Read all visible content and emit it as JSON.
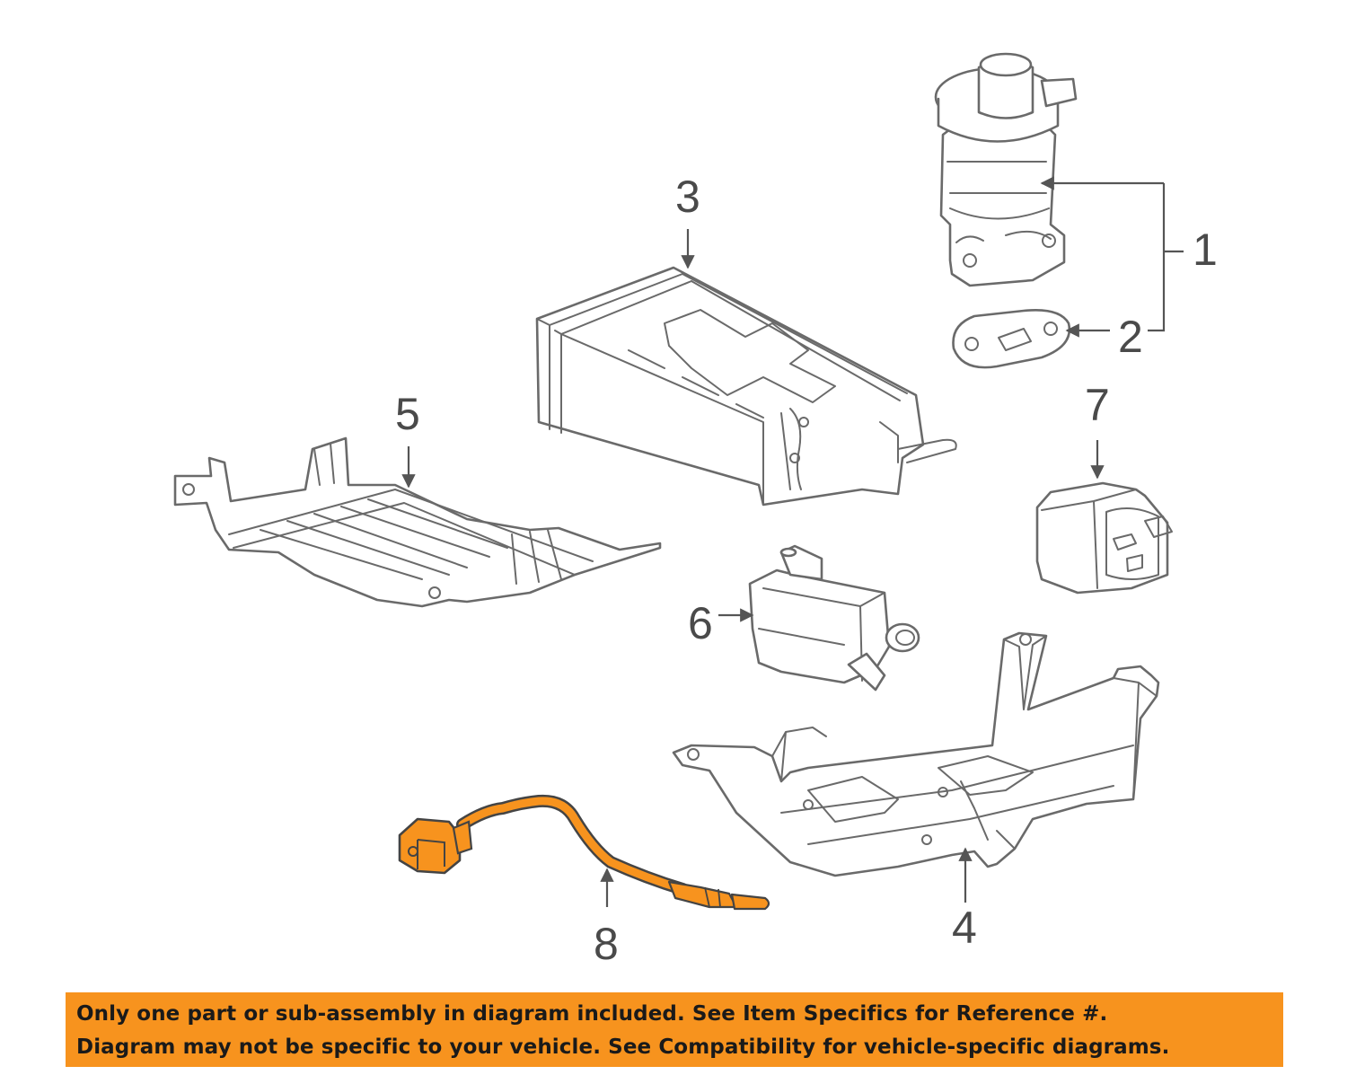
{
  "callouts": {
    "c1": "1",
    "c2": "2",
    "c3": "3",
    "c4": "4",
    "c5": "5",
    "c6": "6",
    "c7": "7",
    "c8": "8"
  },
  "banner": {
    "line1": "Only one part or sub-assembly in diagram included. See Item Specifics for Reference #.",
    "line2": "Diagram may not be specific to your vehicle. See Compatibility for vehicle-specific diagrams."
  },
  "colors": {
    "banner_bg": "#f7931e",
    "highlight_part": "#f7931e",
    "line_art": "#6a6a6a"
  }
}
